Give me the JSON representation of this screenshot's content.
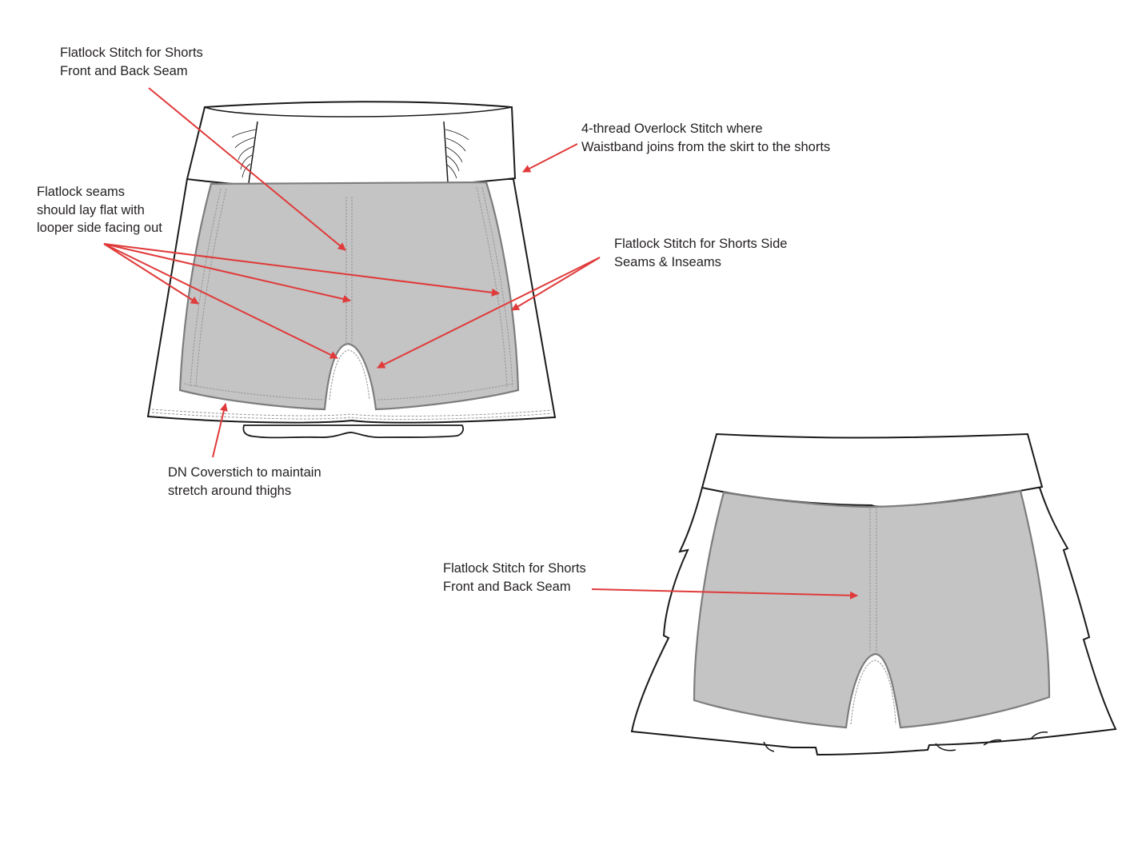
{
  "colors": {
    "arrow": "#e03a3a",
    "outline": "#1a1a1a",
    "shorts_fill": "#c4c4c4",
    "shorts_edge": "#7d7d7d",
    "stitch": "#9a9a9a",
    "background": "#ffffff"
  },
  "annotations": {
    "front_view_seam": "Flatlock Stitch for Shorts\nFront and Back Seam",
    "overlock": "4-thread Overlock Stitch where\nWaistband joins from the skirt to the shorts",
    "flatlock_seams": "Flatlock seams\nshould lay flat with\nlooper side facing out",
    "side_seams": "Flatlock Stitch for Shorts Side\nSeams & Inseams",
    "coverstitch": "DN Coverstich to maintain\nstretch around thighs",
    "back_view_seam": "Flatlock Stitch for Shorts\nFront and Back Seam"
  }
}
